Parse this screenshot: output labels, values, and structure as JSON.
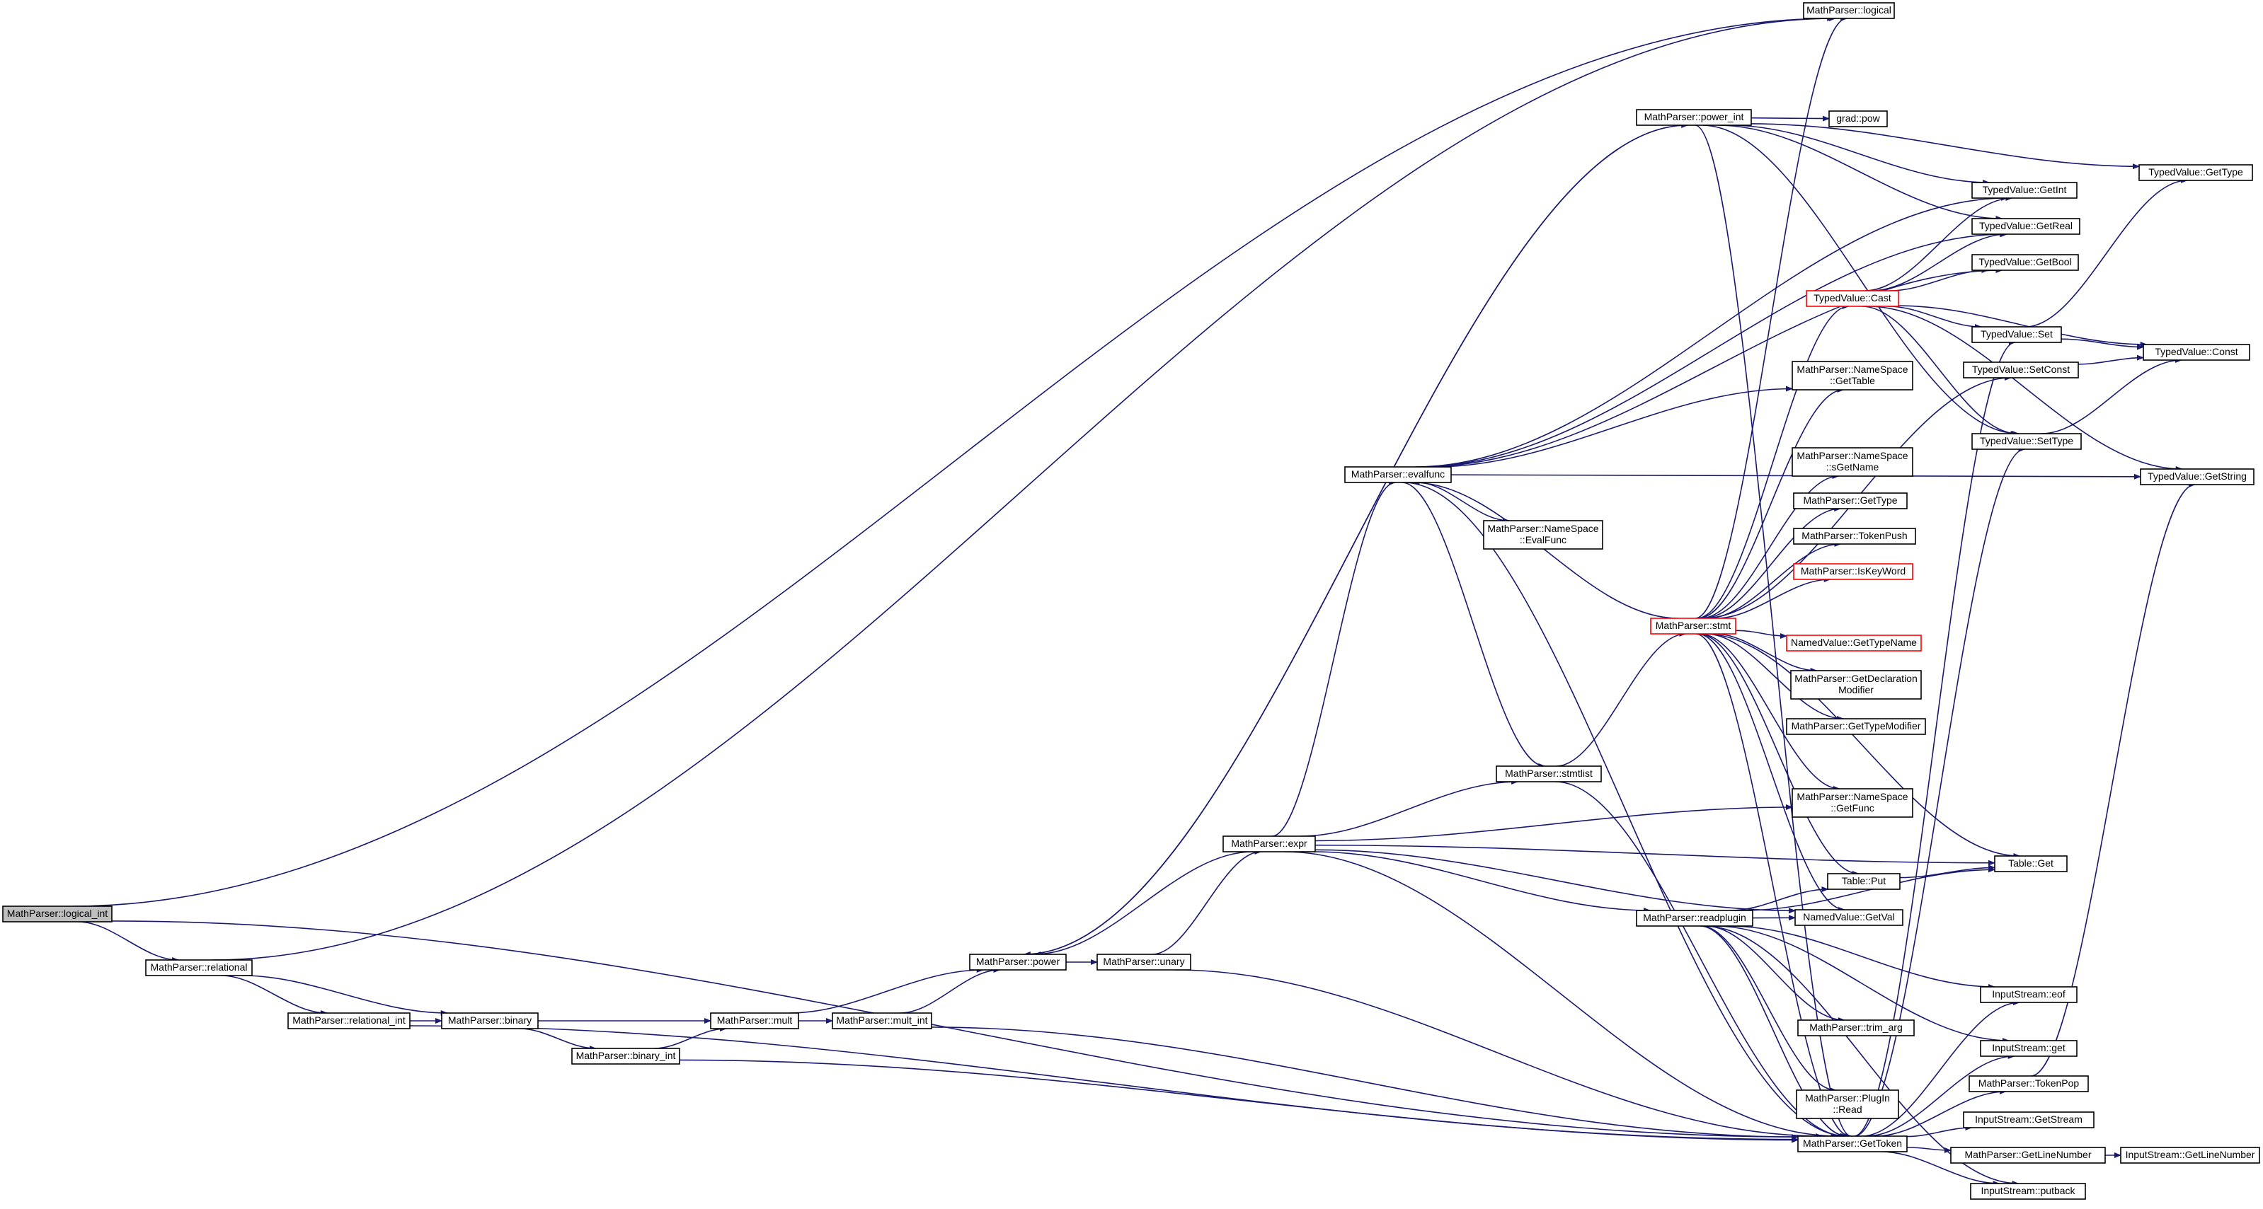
{
  "nodes": [
    {
      "id": "n_logical_int",
      "lines": [
        "MathParser::logical_int"
      ],
      "style": "highlight"
    },
    {
      "id": "n_logical",
      "lines": [
        "MathParser::logical"
      ]
    },
    {
      "id": "n_relational",
      "lines": [
        "MathParser::relational"
      ]
    },
    {
      "id": "n_relational_int",
      "lines": [
        "MathParser::relational_int"
      ]
    },
    {
      "id": "n_binary",
      "lines": [
        "MathParser::binary"
      ]
    },
    {
      "id": "n_binary_int",
      "lines": [
        "MathParser::binary_int"
      ]
    },
    {
      "id": "n_mult",
      "lines": [
        "MathParser::mult"
      ]
    },
    {
      "id": "n_mult_int",
      "lines": [
        "MathParser::mult_int"
      ]
    },
    {
      "id": "n_power",
      "lines": [
        "MathParser::power"
      ]
    },
    {
      "id": "n_unary",
      "lines": [
        "MathParser::unary"
      ]
    },
    {
      "id": "n_power_int",
      "lines": [
        "MathParser::power_int"
      ]
    },
    {
      "id": "n_expr",
      "lines": [
        "MathParser::expr"
      ]
    },
    {
      "id": "n_evalfunc",
      "lines": [
        "MathParser::evalfunc"
      ]
    },
    {
      "id": "n_ns_evalfunc",
      "lines": [
        "MathParser::NameSpace",
        "::EvalFunc"
      ]
    },
    {
      "id": "n_stmtlist",
      "lines": [
        "MathParser::stmtlist"
      ]
    },
    {
      "id": "n_stmt",
      "lines": [
        "MathParser::stmt"
      ],
      "style": "red"
    },
    {
      "id": "n_readplugin",
      "lines": [
        "MathParser::readplugin"
      ]
    },
    {
      "id": "n_gettoken",
      "lines": [
        "MathParser::GetToken"
      ]
    },
    {
      "id": "n_grad_pow",
      "lines": [
        "grad::pow"
      ]
    },
    {
      "id": "n_tv_getint",
      "lines": [
        "TypedValue::GetInt"
      ]
    },
    {
      "id": "n_tv_getreal",
      "lines": [
        "TypedValue::GetReal"
      ]
    },
    {
      "id": "n_tv_getbool",
      "lines": [
        "TypedValue::GetBool"
      ]
    },
    {
      "id": "n_tv_cast",
      "lines": [
        "TypedValue::Cast"
      ],
      "style": "red"
    },
    {
      "id": "n_tv_set",
      "lines": [
        "TypedValue::Set"
      ]
    },
    {
      "id": "n_tv_setconst",
      "lines": [
        "TypedValue::SetConst"
      ]
    },
    {
      "id": "n_tv_settype",
      "lines": [
        "TypedValue::SetType"
      ]
    },
    {
      "id": "n_tv_gettype",
      "lines": [
        "TypedValue::GetType"
      ]
    },
    {
      "id": "n_tv_const",
      "lines": [
        "TypedValue::Const"
      ]
    },
    {
      "id": "n_tv_getstring",
      "lines": [
        "TypedValue::GetString"
      ]
    },
    {
      "id": "n_ns_gettable",
      "lines": [
        "MathParser::NameSpace",
        "::GetTable"
      ]
    },
    {
      "id": "n_ns_sgetname",
      "lines": [
        "MathParser::NameSpace",
        "::sGetName"
      ]
    },
    {
      "id": "n_mp_gettype",
      "lines": [
        "MathParser::GetType"
      ]
    },
    {
      "id": "n_tokenpush",
      "lines": [
        "MathParser::TokenPush"
      ]
    },
    {
      "id": "n_iskeyword",
      "lines": [
        "MathParser::IsKeyWord"
      ],
      "style": "red"
    },
    {
      "id": "n_nv_gettypename",
      "lines": [
        "NamedValue::GetTypeName"
      ],
      "style": "red"
    },
    {
      "id": "n_getdeclmod",
      "lines": [
        "MathParser::GetDeclaration",
        "Modifier"
      ]
    },
    {
      "id": "n_gettypemod",
      "lines": [
        "MathParser::GetTypeModifier"
      ]
    },
    {
      "id": "n_ns_getfunc",
      "lines": [
        "MathParser::NameSpace",
        "::GetFunc"
      ]
    },
    {
      "id": "n_table_get",
      "lines": [
        "Table::Get"
      ]
    },
    {
      "id": "n_table_put",
      "lines": [
        "Table::Put"
      ]
    },
    {
      "id": "n_nv_getval",
      "lines": [
        "NamedValue::GetVal"
      ]
    },
    {
      "id": "n_is_eof",
      "lines": [
        "InputStream::eof"
      ]
    },
    {
      "id": "n_trim_arg",
      "lines": [
        "MathParser::trim_arg"
      ]
    },
    {
      "id": "n_is_get",
      "lines": [
        "InputStream::get"
      ]
    },
    {
      "id": "n_tokenpop",
      "lines": [
        "MathParser::TokenPop"
      ]
    },
    {
      "id": "n_plugin_read",
      "lines": [
        "MathParser::PlugIn",
        "::Read"
      ]
    },
    {
      "id": "n_is_getstream",
      "lines": [
        "InputStream::GetStream"
      ]
    },
    {
      "id": "n_mp_getlinenumber",
      "lines": [
        "MathParser::GetLineNumber"
      ]
    },
    {
      "id": "n_is_getlinenumber",
      "lines": [
        "InputStream::GetLineNumber"
      ]
    },
    {
      "id": "n_is_putback",
      "lines": [
        "InputStream::putback"
      ]
    }
  ],
  "edges": [
    [
      "n_logical_int",
      "n_logical"
    ],
    [
      "n_logical_int",
      "n_relational"
    ],
    [
      "n_logical_int",
      "n_gettoken"
    ],
    [
      "n_relational",
      "n_logical"
    ],
    [
      "n_relational",
      "n_relational_int"
    ],
    [
      "n_relational",
      "n_binary"
    ],
    [
      "n_relational_int",
      "n_binary"
    ],
    [
      "n_relational_int",
      "n_gettoken"
    ],
    [
      "n_binary",
      "n_binary_int"
    ],
    [
      "n_binary",
      "n_mult"
    ],
    [
      "n_binary_int",
      "n_mult"
    ],
    [
      "n_binary_int",
      "n_gettoken"
    ],
    [
      "n_mult",
      "n_mult_int"
    ],
    [
      "n_mult",
      "n_power"
    ],
    [
      "n_mult_int",
      "n_power"
    ],
    [
      "n_mult_int",
      "n_gettoken"
    ],
    [
      "n_power",
      "n_unary"
    ],
    [
      "n_power",
      "n_power_int"
    ],
    [
      "n_unary",
      "n_expr"
    ],
    [
      "n_unary",
      "n_gettoken"
    ],
    [
      "n_power_int",
      "n_power"
    ],
    [
      "n_power_int",
      "n_grad_pow"
    ],
    [
      "n_power_int",
      "n_tv_getint"
    ],
    [
      "n_power_int",
      "n_tv_getreal"
    ],
    [
      "n_power_int",
      "n_tv_gettype"
    ],
    [
      "n_power_int",
      "n_tv_settype"
    ],
    [
      "n_power_int",
      "n_gettoken"
    ],
    [
      "n_expr",
      "n_power"
    ],
    [
      "n_expr",
      "n_evalfunc"
    ],
    [
      "n_expr",
      "n_stmtlist"
    ],
    [
      "n_expr",
      "n_ns_getfunc"
    ],
    [
      "n_expr",
      "n_table_get"
    ],
    [
      "n_expr",
      "n_nv_getval"
    ],
    [
      "n_expr",
      "n_readplugin"
    ],
    [
      "n_expr",
      "n_gettoken"
    ],
    [
      "n_evalfunc",
      "n_tv_getint"
    ],
    [
      "n_evalfunc",
      "n_tv_getreal"
    ],
    [
      "n_evalfunc",
      "n_tv_getbool"
    ],
    [
      "n_evalfunc",
      "n_ns_gettable"
    ],
    [
      "n_evalfunc",
      "n_tv_getstring"
    ],
    [
      "n_evalfunc",
      "n_ns_evalfunc"
    ],
    [
      "n_evalfunc",
      "n_stmtlist"
    ],
    [
      "n_evalfunc",
      "n_gettoken"
    ],
    [
      "n_stmtlist",
      "n_stmt"
    ],
    [
      "n_stmtlist",
      "n_gettoken"
    ],
    [
      "n_stmt",
      "n_evalfunc"
    ],
    [
      "n_stmt",
      "n_logical"
    ],
    [
      "n_stmt",
      "n_tv_cast"
    ],
    [
      "n_stmt",
      "n_ns_gettable"
    ],
    [
      "n_stmt",
      "n_ns_sgetname"
    ],
    [
      "n_stmt",
      "n_mp_gettype"
    ],
    [
      "n_stmt",
      "n_tokenpush"
    ],
    [
      "n_stmt",
      "n_iskeyword"
    ],
    [
      "n_stmt",
      "n_nv_gettypename"
    ],
    [
      "n_stmt",
      "n_getdeclmod"
    ],
    [
      "n_stmt",
      "n_gettypemod"
    ],
    [
      "n_stmt",
      "n_ns_getfunc"
    ],
    [
      "n_stmt",
      "n_table_get"
    ],
    [
      "n_stmt",
      "n_table_put"
    ],
    [
      "n_stmt",
      "n_nv_getval"
    ],
    [
      "n_stmt",
      "n_tv_setconst"
    ],
    [
      "n_stmt",
      "n_gettoken"
    ],
    [
      "n_tv_cast",
      "n_tv_getint"
    ],
    [
      "n_tv_cast",
      "n_tv_getreal"
    ],
    [
      "n_tv_cast",
      "n_tv_getbool"
    ],
    [
      "n_tv_cast",
      "n_tv_set"
    ],
    [
      "n_tv_cast",
      "n_tv_const"
    ],
    [
      "n_tv_cast",
      "n_tv_settype"
    ],
    [
      "n_tv_cast",
      "n_tv_getstring"
    ],
    [
      "n_tv_set",
      "n_tv_gettype"
    ],
    [
      "n_tv_set",
      "n_tv_const"
    ],
    [
      "n_tv_setconst",
      "n_tv_const"
    ],
    [
      "n_tv_settype",
      "n_tv_const"
    ],
    [
      "n_readplugin",
      "n_table_put"
    ],
    [
      "n_readplugin",
      "n_nv_getval"
    ],
    [
      "n_readplugin",
      "n_table_get"
    ],
    [
      "n_readplugin",
      "n_is_eof"
    ],
    [
      "n_readplugin",
      "n_trim_arg"
    ],
    [
      "n_readplugin",
      "n_is_get"
    ],
    [
      "n_readplugin",
      "n_plugin_read"
    ],
    [
      "n_readplugin",
      "n_gettoken"
    ],
    [
      "n_readplugin",
      "n_is_putback"
    ],
    [
      "n_table_put",
      "n_table_get"
    ],
    [
      "n_gettoken",
      "n_tv_set"
    ],
    [
      "n_gettoken",
      "n_tv_settype"
    ],
    [
      "n_gettoken",
      "n_is_eof"
    ],
    [
      "n_gettoken",
      "n_is_get"
    ],
    [
      "n_gettoken",
      "n_tokenpop"
    ],
    [
      "n_gettoken",
      "n_is_getstream"
    ],
    [
      "n_gettoken",
      "n_mp_getlinenumber"
    ],
    [
      "n_gettoken",
      "n_is_putback"
    ],
    [
      "n_tokenpop",
      "n_tv_getstring"
    ],
    [
      "n_mp_getlinenumber",
      "n_is_getlinenumber"
    ]
  ]
}
